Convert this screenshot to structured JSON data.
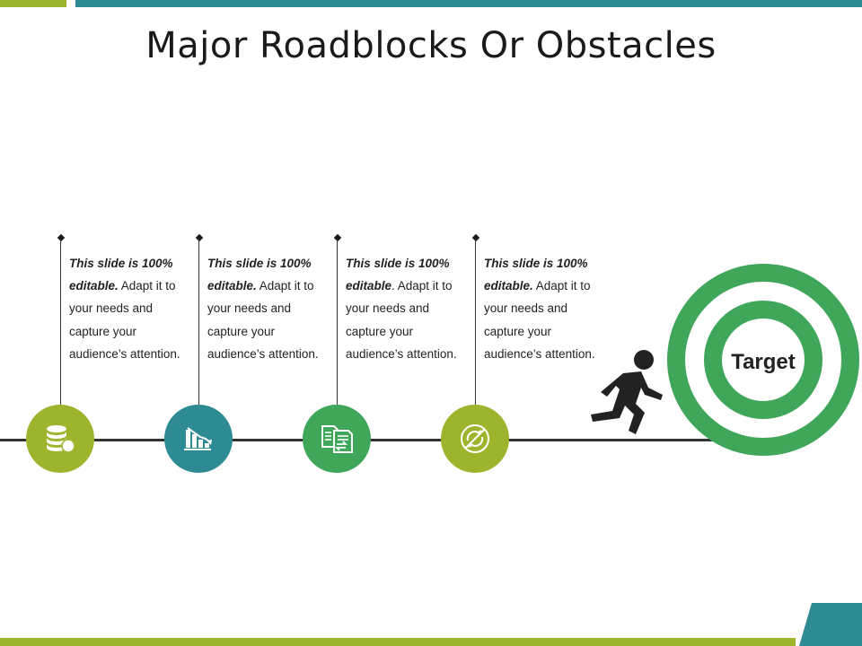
{
  "slide": {
    "title": "Major Roadblocks Or Obstacles",
    "target_label": "Target"
  },
  "steps": [
    {
      "bold": "This slide is 100% editable.",
      "rest": " Adapt it to your needs and capture your audience’s attention.",
      "icon": "database-icon",
      "color": "#9db52c"
    },
    {
      "bold": "This slide is 100% editable.",
      "rest": " Adapt it to your needs and capture your audience’s attention.",
      "icon": "bar-chart-down-icon",
      "color": "#2e8b94"
    },
    {
      "bold": "This slide is 100% editable",
      "rest": ". Adapt it to your needs and capture your audience’s attention.",
      "icon": "document-exchange-icon",
      "color": "#3fa65a"
    },
    {
      "bold": "This slide is 100% editable.",
      "rest": " Adapt it to your needs and capture your audience’s attention.",
      "icon": "refresh-cycle-icon",
      "color": "#9db52c"
    }
  ],
  "colors": {
    "green_accent": "#9db52c",
    "teal_accent": "#2e8b94",
    "target_green": "#3fa65a",
    "runner": "#222222"
  }
}
